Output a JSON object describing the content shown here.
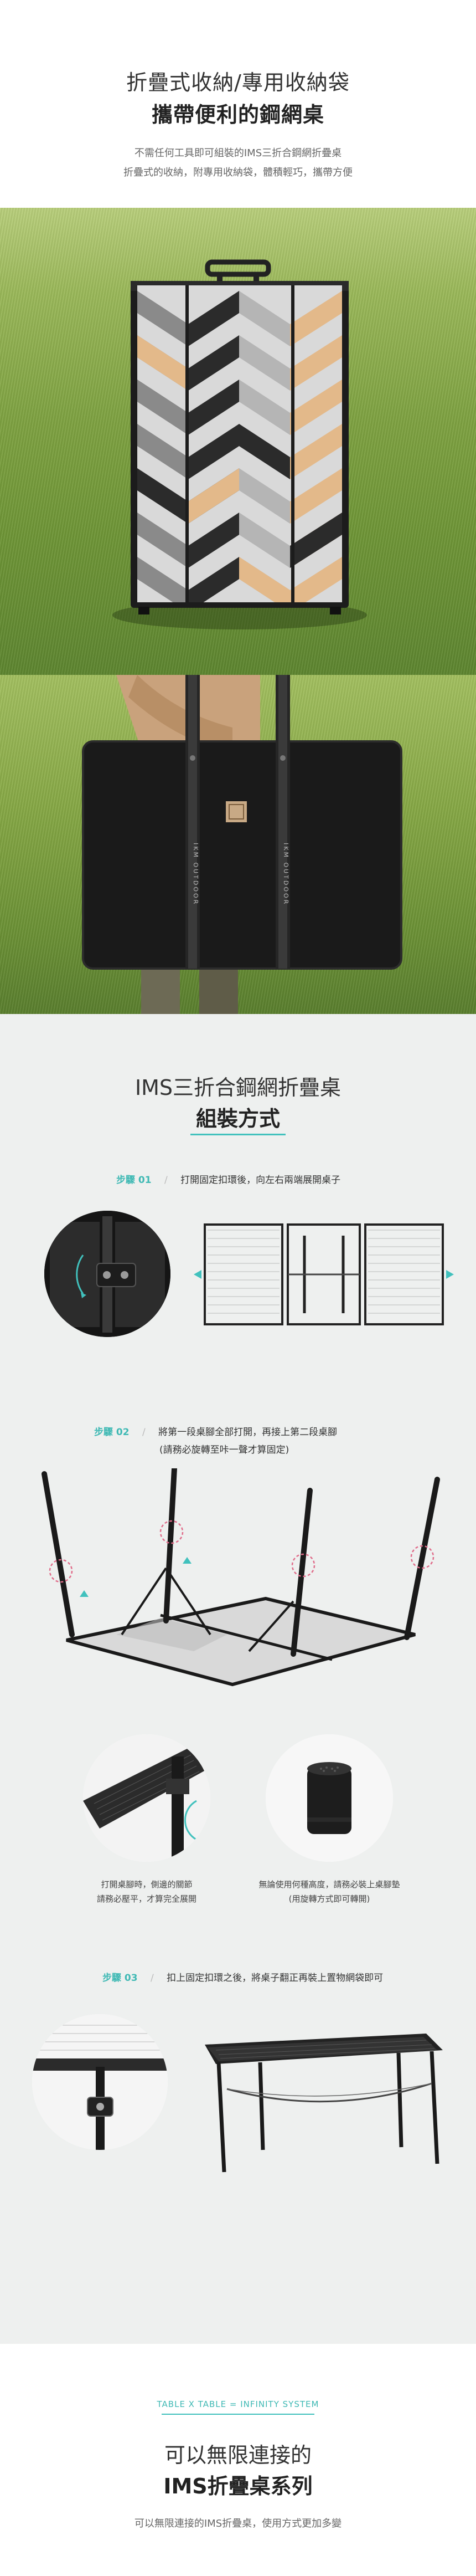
{
  "intro": {
    "title_line1": "折疊式收納/專用收納袋",
    "title_line2": "攜帶便利的鋼網桌",
    "desc_line1": "不需任何工具即可組裝的IMS三折合鋼網折疊桌",
    "desc_line2": "折疊式的收納，附專用收納袋，體積輕巧，攜帶方便"
  },
  "bag": {
    "strap_text": "IKM OUTDOOR"
  },
  "assembly": {
    "title_line1": "IMS三折合鋼網折疊桌",
    "title_line2": "組裝方式",
    "step1": {
      "label": "步驟 01",
      "sep": "/",
      "text": "打開固定扣環後，向左右兩端展開桌子"
    },
    "step2": {
      "label": "步驟 02",
      "sep": "/",
      "text_line1": "將第一段桌腳全部打開，再接上第二段桌腳",
      "text_line2": "(請務必旋轉至咔一聲才算固定)"
    },
    "caption_left_line1": "打開桌腳時，側邊的關節",
    "caption_left_line2": "請務必壓平，才算完全展開",
    "caption_right_line1": "無論使用何種高度，請務必裝上桌腳墊",
    "caption_right_line2": "(用旋轉方式即可轉開)",
    "step3": {
      "label": "步驟 03",
      "sep": "/",
      "text": "扣上固定扣環之後，將桌子翻正再裝上置物網袋即可"
    }
  },
  "infinity": {
    "tag": "TABLE X TABLE = INFINITY SYSTEM",
    "title_line1": "可以無限連接的",
    "title_line2": "IMS折疊桌系列",
    "desc": "可以無限連接的IMS折疊桌，使用方式更加多變"
  },
  "colors": {
    "accent": "#41c1bd",
    "section_bg": "#eef0ef"
  }
}
